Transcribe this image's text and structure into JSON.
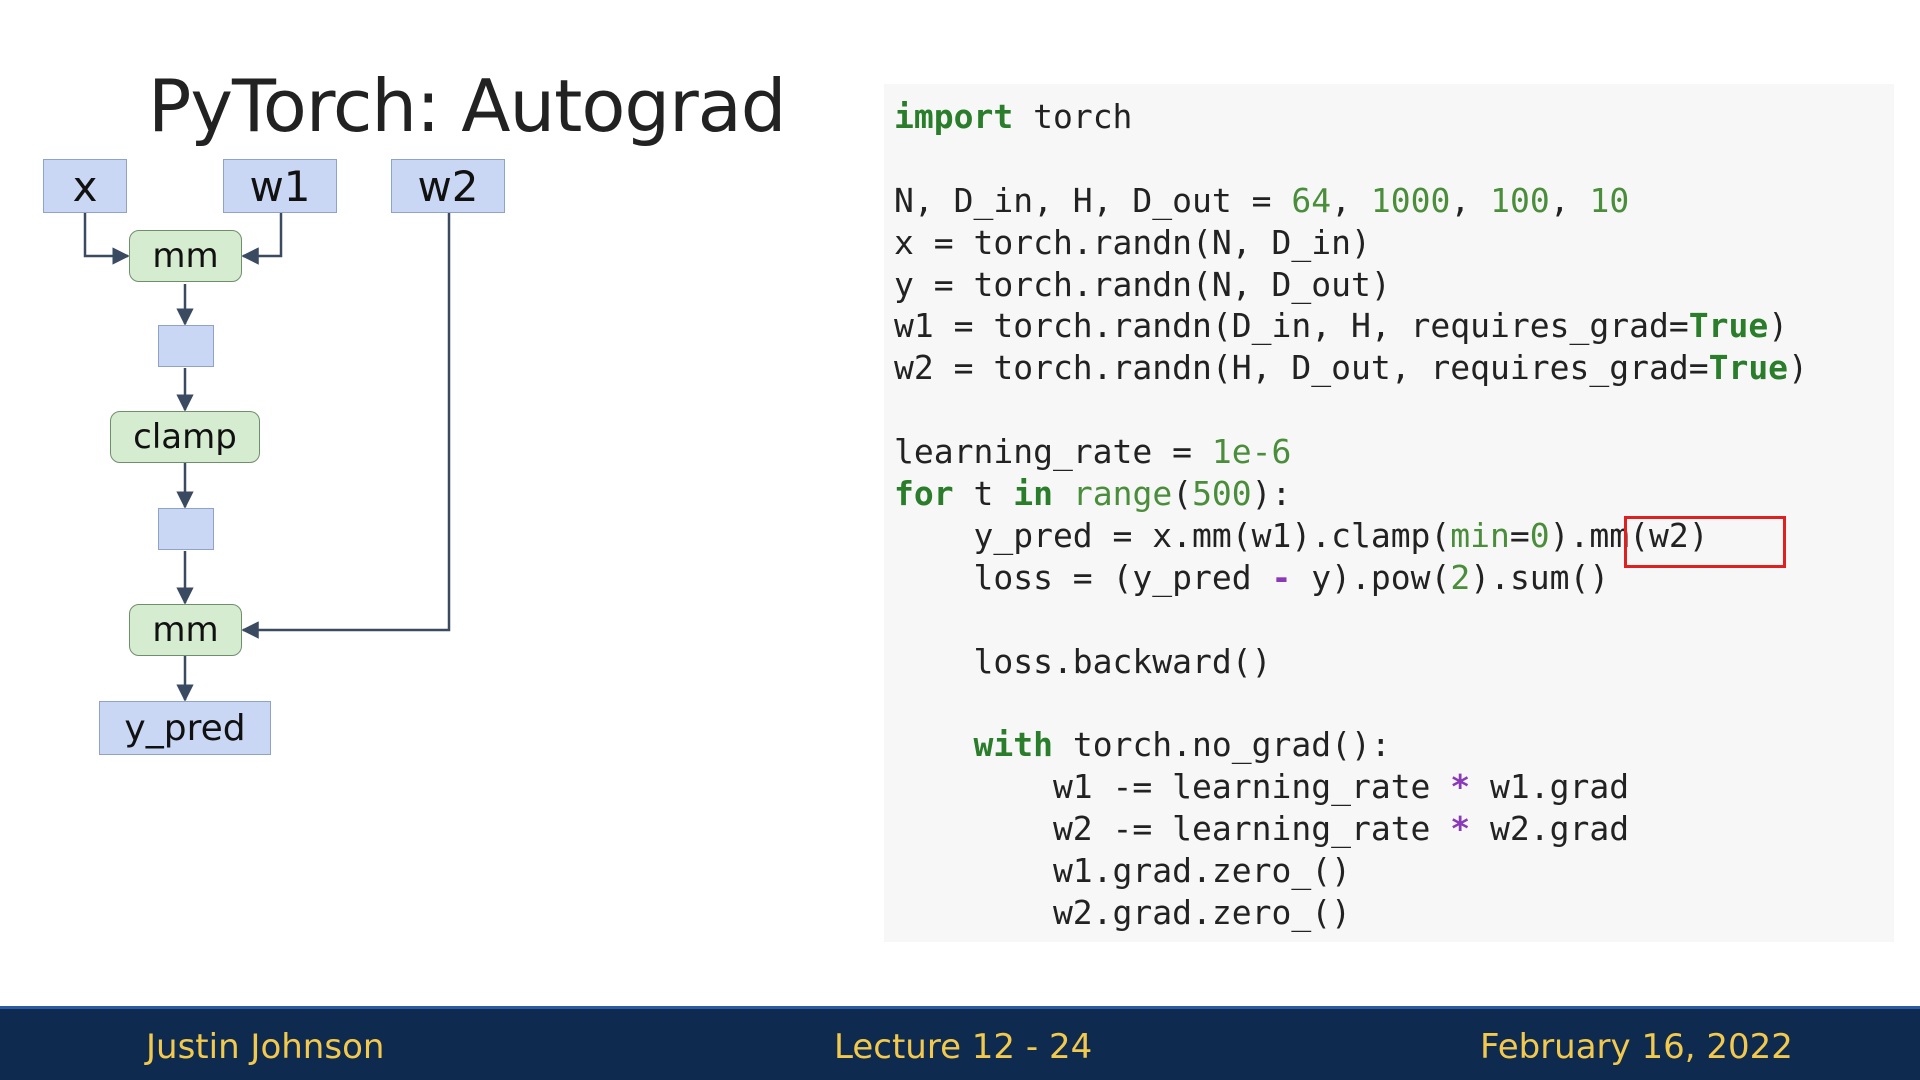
{
  "slide": {
    "title": "PyTorch: Autograd"
  },
  "graph": {
    "nodes": {
      "x": "x",
      "w1": "w1",
      "w2": "w2",
      "mm1": "mm",
      "clamp": "clamp",
      "mm2": "mm",
      "y_pred": "y_pred"
    }
  },
  "code": {
    "lines": [
      [
        {
          "t": "import",
          "c": "kw"
        },
        {
          "t": " torch"
        }
      ],
      [],
      [
        {
          "t": "N, D_in, H, D_out = "
        },
        {
          "t": "64",
          "c": "num"
        },
        {
          "t": ", "
        },
        {
          "t": "1000",
          "c": "num"
        },
        {
          "t": ", "
        },
        {
          "t": "100",
          "c": "num"
        },
        {
          "t": ", "
        },
        {
          "t": "10",
          "c": "num"
        }
      ],
      [
        {
          "t": "x = torch.randn(N, D_in)"
        }
      ],
      [
        {
          "t": "y = torch.randn(N, D_out)"
        }
      ],
      [
        {
          "t": "w1 = torch.randn(D_in, H, requires_grad="
        },
        {
          "t": "True",
          "c": "kw"
        },
        {
          "t": ")"
        }
      ],
      [
        {
          "t": "w2 = torch.randn(H, D_out, requires_grad="
        },
        {
          "t": "True",
          "c": "kw"
        },
        {
          "t": ")"
        }
      ],
      [],
      [
        {
          "t": "learning_rate = "
        },
        {
          "t": "1e-6",
          "c": "num"
        }
      ],
      [
        {
          "t": "for",
          "c": "kw"
        },
        {
          "t": " t "
        },
        {
          "t": "in",
          "c": "kw"
        },
        {
          "t": " "
        },
        {
          "t": "range",
          "c": "num"
        },
        {
          "t": "("
        },
        {
          "t": "500",
          "c": "num"
        },
        {
          "t": "):"
        }
      ],
      [
        {
          "t": "    y_pred = x.mm(w1).clamp("
        },
        {
          "t": "min",
          "c": "num"
        },
        {
          "t": "="
        },
        {
          "t": "0",
          "c": "num"
        },
        {
          "t": ").mm(w2)"
        }
      ],
      [
        {
          "t": "    loss = (y_pred "
        },
        {
          "t": "-",
          "c": "op2"
        },
        {
          "t": " y).pow("
        },
        {
          "t": "2",
          "c": "num"
        },
        {
          "t": ").sum()"
        }
      ],
      [],
      [
        {
          "t": "    loss.backward()"
        }
      ],
      [],
      [
        {
          "t": "    "
        },
        {
          "t": "with",
          "c": "kw"
        },
        {
          "t": " torch.no_grad():"
        }
      ],
      [
        {
          "t": "        w1 -= learning_rate "
        },
        {
          "t": "*",
          "c": "op2"
        },
        {
          "t": " w1.grad"
        }
      ],
      [
        {
          "t": "        w2 -= learning_rate "
        },
        {
          "t": "*",
          "c": "op2"
        },
        {
          "t": " w2.grad"
        }
      ],
      [
        {
          "t": "        w1.grad.zero_()"
        }
      ],
      [
        {
          "t": "        w2.grad.zero_()"
        }
      ]
    ]
  },
  "footer": {
    "author": "Justin Johnson",
    "lecture": "Lecture 12 -  24",
    "date": "February 16, 2022"
  },
  "colors": {
    "footer_bg": "#0e2a4f",
    "footer_text": "#f2c94c",
    "highlight_box": "#e02020",
    "keyword": "#2a7d2a"
  }
}
